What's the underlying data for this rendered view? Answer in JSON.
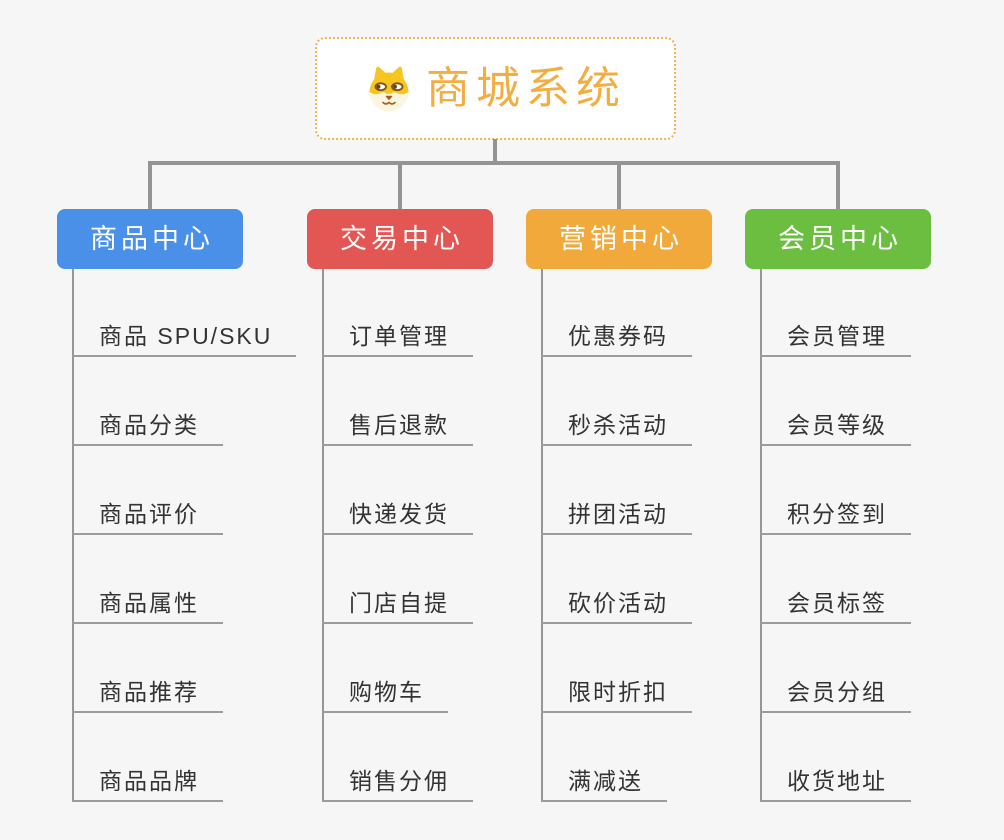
{
  "root": {
    "title": "商城系统",
    "icon": "shiba-dog-icon",
    "accent_color": "#F2AE43",
    "border_color": "#F5B153"
  },
  "connector_color": "#949494",
  "leaf_line_color": "#9c9c9c",
  "branches": [
    {
      "id": "product-center",
      "label": "商品中心",
      "color": "#4A90E8",
      "items": [
        "商品 SPU/SKU",
        "商品分类",
        "商品评价",
        "商品属性",
        "商品推荐",
        "商品品牌"
      ]
    },
    {
      "id": "trade-center",
      "label": "交易中心",
      "color": "#E25753",
      "items": [
        "订单管理",
        "售后退款",
        "快递发货",
        "门店自提",
        "购物车",
        "销售分佣"
      ]
    },
    {
      "id": "marketing-center",
      "label": "营销中心",
      "color": "#F0A93A",
      "items": [
        "优惠券码",
        "秒杀活动",
        "拼团活动",
        "砍价活动",
        "限时折扣",
        "满减送"
      ]
    },
    {
      "id": "member-center",
      "label": "会员中心",
      "color": "#6CBE40",
      "items": [
        "会员管理",
        "会员等级",
        "积分签到",
        "会员标签",
        "会员分组",
        "收货地址"
      ]
    }
  ]
}
